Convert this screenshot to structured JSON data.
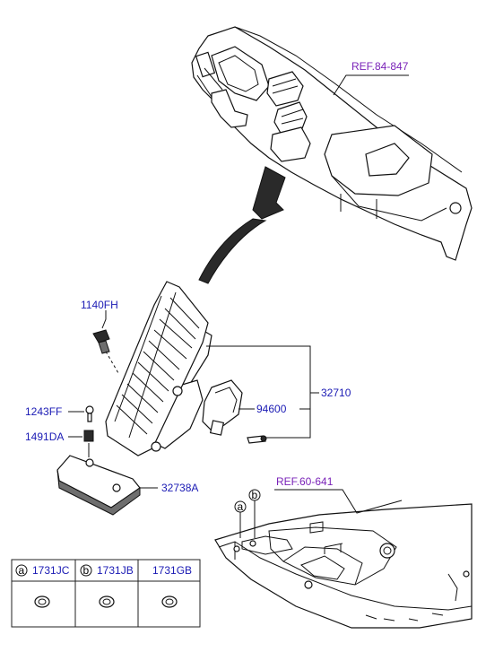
{
  "refs": {
    "dashboard": "REF.84-847",
    "floor": "REF.60-641"
  },
  "labels": {
    "bolt_top": "1140FH",
    "clip": "1243FF",
    "nut": "1491DA",
    "pad": "32738A",
    "sensor": "94600",
    "assembly": "32710",
    "marker_a": "a",
    "marker_b": "b"
  },
  "table": {
    "headers": [
      {
        "marker": "a",
        "code": "1731JC"
      },
      {
        "marker": "b",
        "code": "1731JB"
      },
      {
        "marker": "",
        "code": "1731GB"
      }
    ]
  }
}
